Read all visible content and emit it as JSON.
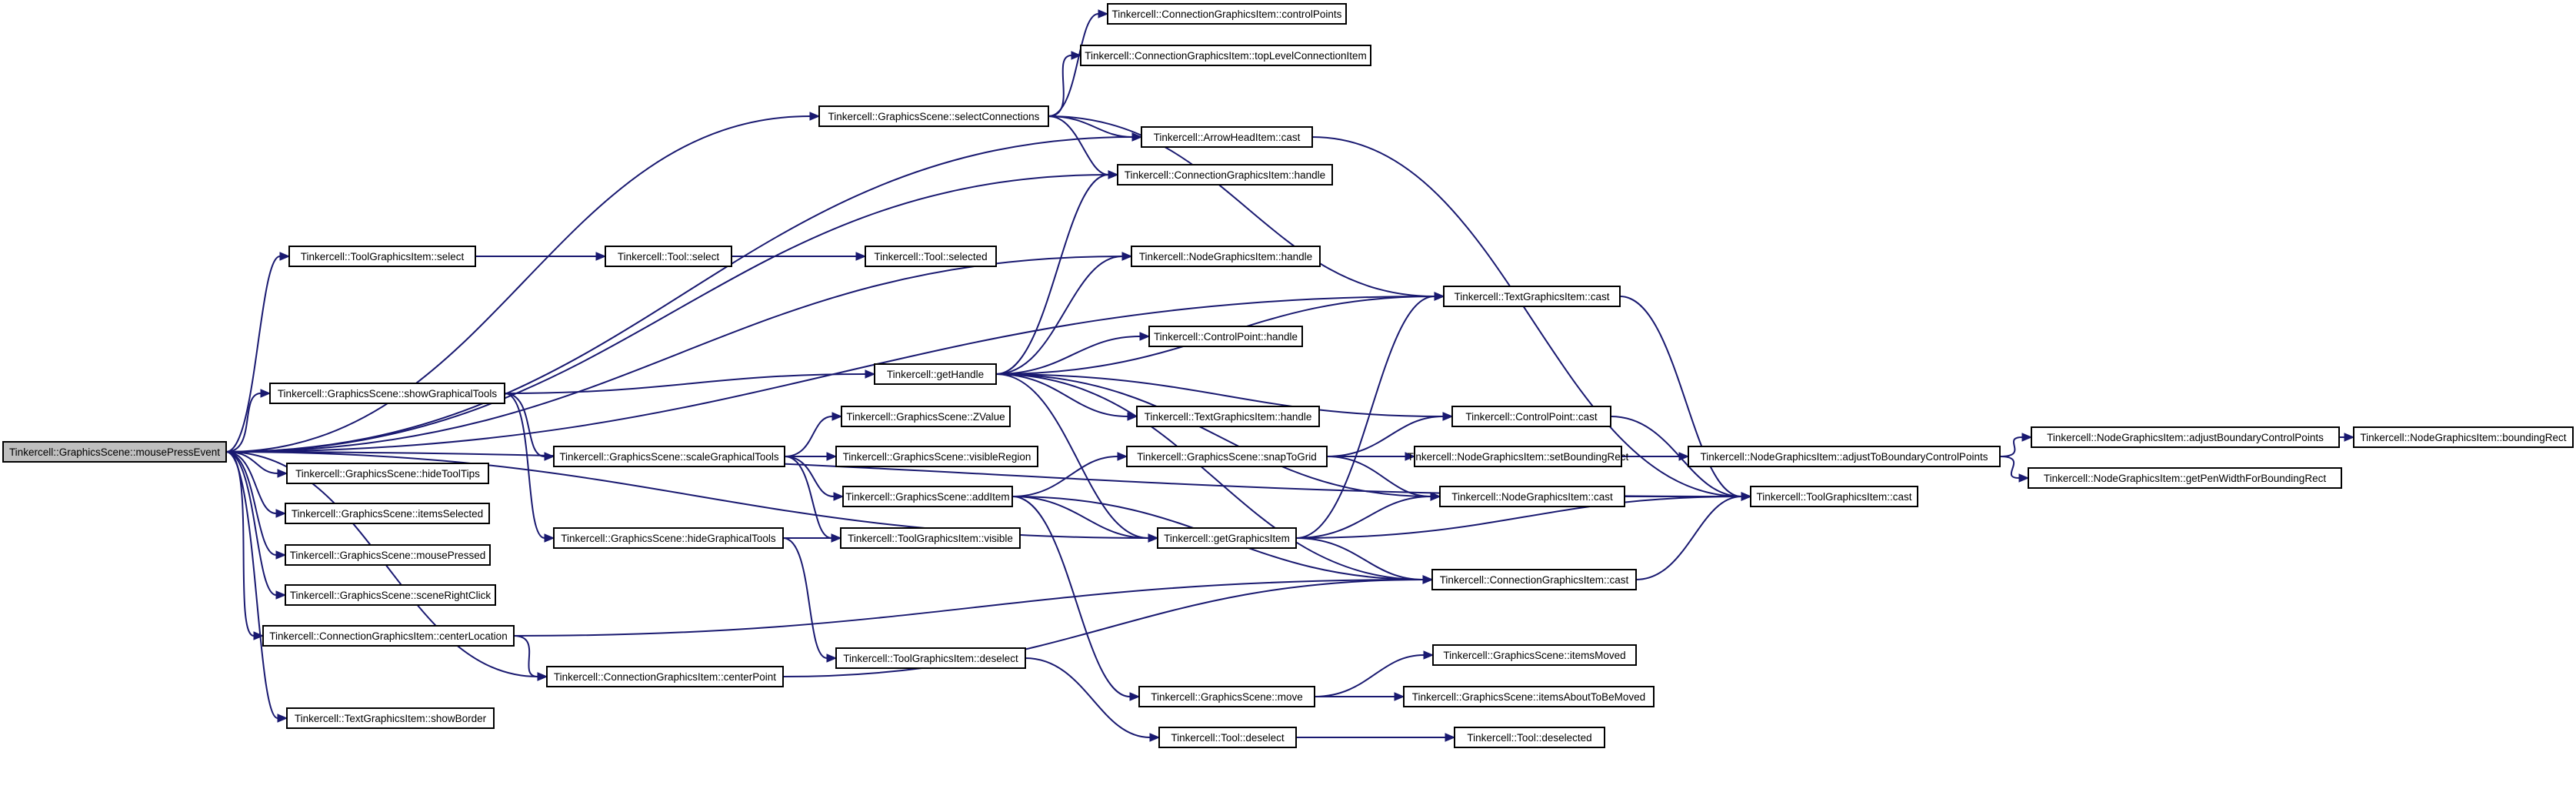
{
  "colors": {
    "edge": "#191970",
    "node_border": "#000000",
    "root_fill": "#bfbfbf",
    "node_fill": "#ffffff"
  },
  "nodes": [
    {
      "id": "mousePressEvent",
      "label": "Tinkercell::GraphicsScene::mousePressEvent",
      "root": true
    },
    {
      "id": "cgi_controlPoints",
      "label": "Tinkercell::ConnectionGraphicsItem::controlPoints"
    },
    {
      "id": "cgi_topLevel",
      "label": "Tinkercell::ConnectionGraphicsItem::topLevelConnectionItem"
    },
    {
      "id": "selectConnections",
      "label": "Tinkercell::GraphicsScene::selectConnections"
    },
    {
      "id": "arrowhead_cast",
      "label": "Tinkercell::ArrowHeadItem::cast"
    },
    {
      "id": "cgi_handle",
      "label": "Tinkercell::ConnectionGraphicsItem::handle"
    },
    {
      "id": "tgi_select",
      "label": "Tinkercell::ToolGraphicsItem::select"
    },
    {
      "id": "tool_select",
      "label": "Tinkercell::Tool::select"
    },
    {
      "id": "tool_selected",
      "label": "Tinkercell::Tool::selected"
    },
    {
      "id": "ngi_handle",
      "label": "Tinkercell::NodeGraphicsItem::handle"
    },
    {
      "id": "textgi_cast",
      "label": "Tinkercell::TextGraphicsItem::cast"
    },
    {
      "id": "cp_handle",
      "label": "Tinkercell::ControlPoint::handle"
    },
    {
      "id": "getHandle",
      "label": "Tinkercell::getHandle"
    },
    {
      "id": "showGraphicalTools",
      "label": "Tinkercell::GraphicsScene::showGraphicalTools"
    },
    {
      "id": "zvalue",
      "label": "Tinkercell::GraphicsScene::ZValue"
    },
    {
      "id": "textgi_handle",
      "label": "Tinkercell::TextGraphicsItem::handle"
    },
    {
      "id": "cp_cast",
      "label": "Tinkercell::ControlPoint::cast"
    },
    {
      "id": "scaleGraphicalTools",
      "label": "Tinkercell::GraphicsScene::scaleGraphicalTools"
    },
    {
      "id": "visibleRegion",
      "label": "Tinkercell::GraphicsScene::visibleRegion"
    },
    {
      "id": "snapToGrid",
      "label": "Tinkercell::GraphicsScene::snapToGrid"
    },
    {
      "id": "ngi_setBoundingRect",
      "label": "Tinkercell::NodeGraphicsItem::setBoundingRect"
    },
    {
      "id": "ngi_adjustToBoundary",
      "label": "Tinkercell::NodeGraphicsItem::adjustToBoundaryControlPoints"
    },
    {
      "id": "ngi_adjustBoundary",
      "label": "Tinkercell::NodeGraphicsItem::adjustBoundaryControlPoints"
    },
    {
      "id": "ngi_boundingRect",
      "label": "Tinkercell::NodeGraphicsItem::boundingRect"
    },
    {
      "id": "hideToolTips",
      "label": "Tinkercell::GraphicsScene::hideToolTips"
    },
    {
      "id": "ngi_getPenWidth",
      "label": "Tinkercell::NodeGraphicsItem::getPenWidthForBoundingRect"
    },
    {
      "id": "addItem",
      "label": "Tinkercell::GraphicsScene::addItem"
    },
    {
      "id": "ngi_cast",
      "label": "Tinkercell::NodeGraphicsItem::cast"
    },
    {
      "id": "itemsSelected",
      "label": "Tinkercell::GraphicsScene::itemsSelected"
    },
    {
      "id": "toolgi_cast",
      "label": "Tinkercell::ToolGraphicsItem::cast"
    },
    {
      "id": "hideGraphicalTools",
      "label": "Tinkercell::GraphicsScene::hideGraphicalTools"
    },
    {
      "id": "tgi_visible",
      "label": "Tinkercell::ToolGraphicsItem::visible"
    },
    {
      "id": "getGraphicsItem",
      "label": "Tinkercell::getGraphicsItem"
    },
    {
      "id": "mousePressed",
      "label": "Tinkercell::GraphicsScene::mousePressed"
    },
    {
      "id": "cgi_cast",
      "label": "Tinkercell::ConnectionGraphicsItem::cast"
    },
    {
      "id": "sceneRightClick",
      "label": "Tinkercell::GraphicsScene::sceneRightClick"
    },
    {
      "id": "centerLocation",
      "label": "Tinkercell::ConnectionGraphicsItem::centerLocation"
    },
    {
      "id": "tgi_deselect",
      "label": "Tinkercell::ToolGraphicsItem::deselect"
    },
    {
      "id": "itemsMoved",
      "label": "Tinkercell::GraphicsScene::itemsMoved"
    },
    {
      "id": "centerPoint",
      "label": "Tinkercell::ConnectionGraphicsItem::centerPoint"
    },
    {
      "id": "move",
      "label": "Tinkercell::GraphicsScene::move"
    },
    {
      "id": "itemsAboutToBeMoved",
      "label": "Tinkercell::GraphicsScene::itemsAboutToBeMoved"
    },
    {
      "id": "showBorder",
      "label": "Tinkercell::TextGraphicsItem::showBorder"
    },
    {
      "id": "tool_deselect",
      "label": "Tinkercell::Tool::deselect"
    },
    {
      "id": "tool_deselected",
      "label": "Tinkercell::Tool::deselected"
    }
  ],
  "edges": [
    [
      "mousePressEvent",
      "selectConnections"
    ],
    [
      "mousePressEvent",
      "cgi_handle"
    ],
    [
      "mousePressEvent",
      "textgi_cast"
    ],
    [
      "mousePressEvent",
      "tgi_select"
    ],
    [
      "mousePressEvent",
      "ngi_handle"
    ],
    [
      "mousePressEvent",
      "arrowhead_cast"
    ],
    [
      "mousePressEvent",
      "showGraphicalTools"
    ],
    [
      "mousePressEvent",
      "hideToolTips"
    ],
    [
      "mousePressEvent",
      "itemsSelected"
    ],
    [
      "mousePressEvent",
      "mousePressed"
    ],
    [
      "mousePressEvent",
      "sceneRightClick"
    ],
    [
      "mousePressEvent",
      "centerLocation"
    ],
    [
      "mousePressEvent",
      "centerPoint"
    ],
    [
      "mousePressEvent",
      "showBorder"
    ],
    [
      "mousePressEvent",
      "getGraphicsItem"
    ],
    [
      "mousePressEvent",
      "toolgi_cast"
    ],
    [
      "selectConnections",
      "cgi_controlPoints"
    ],
    [
      "selectConnections",
      "cgi_topLevel"
    ],
    [
      "selectConnections",
      "arrowhead_cast"
    ],
    [
      "selectConnections",
      "cgi_handle"
    ],
    [
      "selectConnections",
      "textgi_cast"
    ],
    [
      "arrowhead_cast",
      "toolgi_cast"
    ],
    [
      "tgi_select",
      "tool_select"
    ],
    [
      "tool_select",
      "tool_selected"
    ],
    [
      "textgi_cast",
      "toolgi_cast"
    ],
    [
      "showGraphicalTools",
      "getHandle"
    ],
    [
      "showGraphicalTools",
      "scaleGraphicalTools"
    ],
    [
      "showGraphicalTools",
      "hideGraphicalTools"
    ],
    [
      "getHandle",
      "cgi_handle"
    ],
    [
      "getHandle",
      "ngi_handle"
    ],
    [
      "getHandle",
      "textgi_cast"
    ],
    [
      "getHandle",
      "cp_handle"
    ],
    [
      "getHandle",
      "textgi_handle"
    ],
    [
      "getHandle",
      "cp_cast"
    ],
    [
      "getHandle",
      "getGraphicsItem"
    ],
    [
      "getHandle",
      "ngi_cast"
    ],
    [
      "getHandle",
      "cgi_cast"
    ],
    [
      "scaleGraphicalTools",
      "zvalue"
    ],
    [
      "scaleGraphicalTools",
      "visibleRegion"
    ],
    [
      "scaleGraphicalTools",
      "addItem"
    ],
    [
      "scaleGraphicalTools",
      "tgi_visible"
    ],
    [
      "cp_cast",
      "toolgi_cast"
    ],
    [
      "snapToGrid",
      "cp_cast"
    ],
    [
      "snapToGrid",
      "ngi_setBoundingRect"
    ],
    [
      "snapToGrid",
      "ngi_cast"
    ],
    [
      "ngi_setBoundingRect",
      "ngi_adjustToBoundary"
    ],
    [
      "ngi_adjustToBoundary",
      "ngi_adjustBoundary"
    ],
    [
      "ngi_adjustToBoundary",
      "ngi_getPenWidth"
    ],
    [
      "ngi_adjustBoundary",
      "ngi_boundingRect"
    ],
    [
      "addItem",
      "snapToGrid"
    ],
    [
      "addItem",
      "getGraphicsItem"
    ],
    [
      "addItem",
      "cgi_cast"
    ],
    [
      "addItem",
      "move"
    ],
    [
      "ngi_cast",
      "toolgi_cast"
    ],
    [
      "hideGraphicalTools",
      "tgi_visible"
    ],
    [
      "hideGraphicalTools",
      "tgi_deselect"
    ],
    [
      "getGraphicsItem",
      "textgi_cast"
    ],
    [
      "getGraphicsItem",
      "ngi_cast"
    ],
    [
      "getGraphicsItem",
      "toolgi_cast"
    ],
    [
      "getGraphicsItem",
      "cgi_cast"
    ],
    [
      "cgi_cast",
      "toolgi_cast"
    ],
    [
      "centerLocation",
      "cgi_cast"
    ],
    [
      "centerLocation",
      "centerPoint"
    ],
    [
      "centerPoint",
      "cgi_cast"
    ],
    [
      "tgi_deselect",
      "tool_deselect"
    ],
    [
      "move",
      "itemsMoved"
    ],
    [
      "move",
      "itemsAboutToBeMoved"
    ],
    [
      "tool_deselect",
      "tool_deselected"
    ]
  ]
}
